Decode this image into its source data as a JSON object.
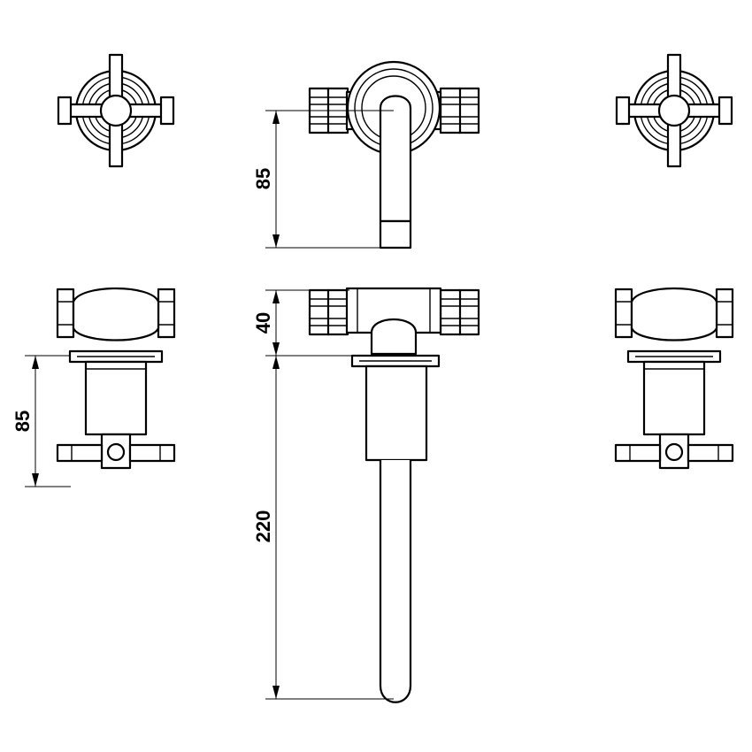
{
  "dimensions": {
    "spout_projection": "85",
    "body_height": "40",
    "spout_length": "220",
    "valve_projection": "85"
  },
  "colors": {
    "line": "#000000",
    "background": "#ffffff"
  }
}
